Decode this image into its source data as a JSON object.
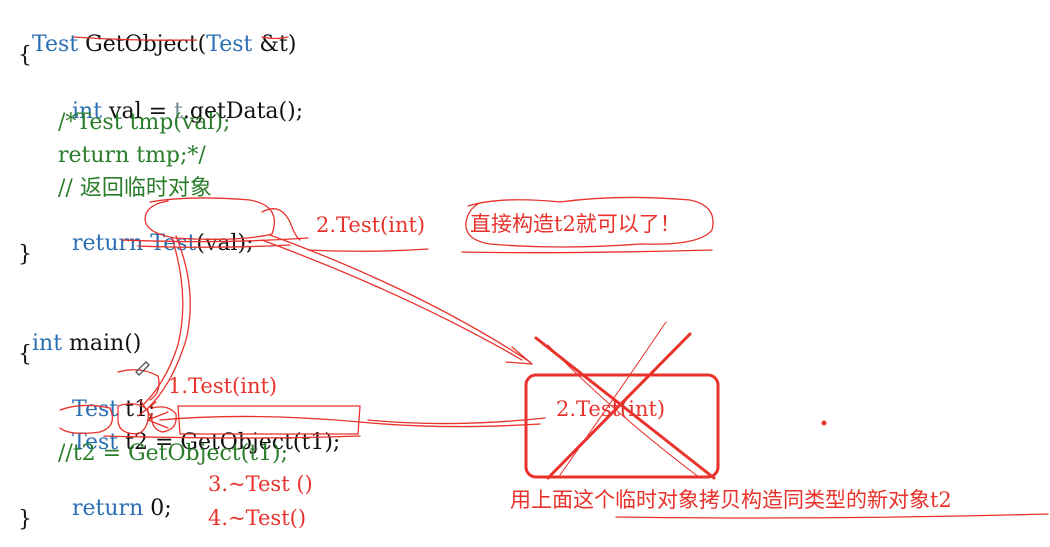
{
  "code": {
    "line1": {
      "type": "Test",
      "func": "GetObject(",
      "ptype": "Test",
      "ref": "&t",
      "close": ")"
    },
    "line2": "{",
    "line3": {
      "kw": "int",
      "rest": " val = ",
      "param": "t",
      "tail": ".getData();"
    },
    "line4": "/*Test tmp(val);",
    "line5": "return tmp;*/",
    "line6": "// 返回临时对象",
    "line7": {
      "kw": "return",
      "sp": " ",
      "ctor": "Test",
      "tail": "(val);"
    },
    "line8": "}",
    "line9": {
      "kw": "int",
      "tail": " main()"
    },
    "line10": "{",
    "line11": {
      "type": "Test",
      "tail": " t1;"
    },
    "line12": {
      "type": "Test",
      "tail": " t2 = GetObject(t1);"
    },
    "line13": "//t2 = GetObject(t1);",
    "line14": {
      "kw": "return",
      "tail": " 0;"
    },
    "line15": "}"
  },
  "annotations": {
    "test_int_direct": "2.Test(int)",
    "direct_construct": "直接构造t2就可以了！",
    "step1": "1.Test(int)",
    "crossed_box": "2.Test(int)",
    "step3": "3.~Test ()",
    "step4": "4.~Test()",
    "copy_note": "用上面这个临时对象拷贝构造同类型的新对象t2"
  },
  "colors": {
    "keyword": "#2a6fb3",
    "param": "#6e8894",
    "comment": "#2a7d2a",
    "ink": "#e8322b"
  }
}
